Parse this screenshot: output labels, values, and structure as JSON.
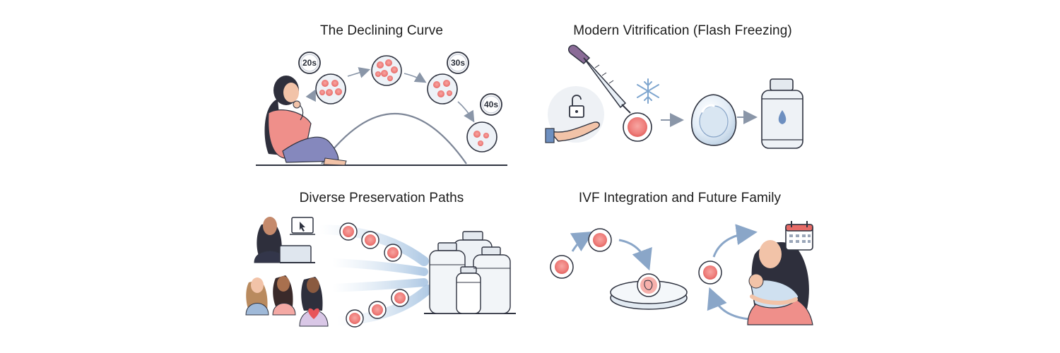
{
  "panels": [
    {
      "title": "The Declining Curve"
    },
    {
      "title": "Modern Vitrification (Flash Freezing)"
    },
    {
      "title": "Diverse Preservation Paths"
    },
    {
      "title": "IVF Integration and Future Family"
    }
  ],
  "timers": [
    "20s",
    "30s",
    "40s"
  ]
}
